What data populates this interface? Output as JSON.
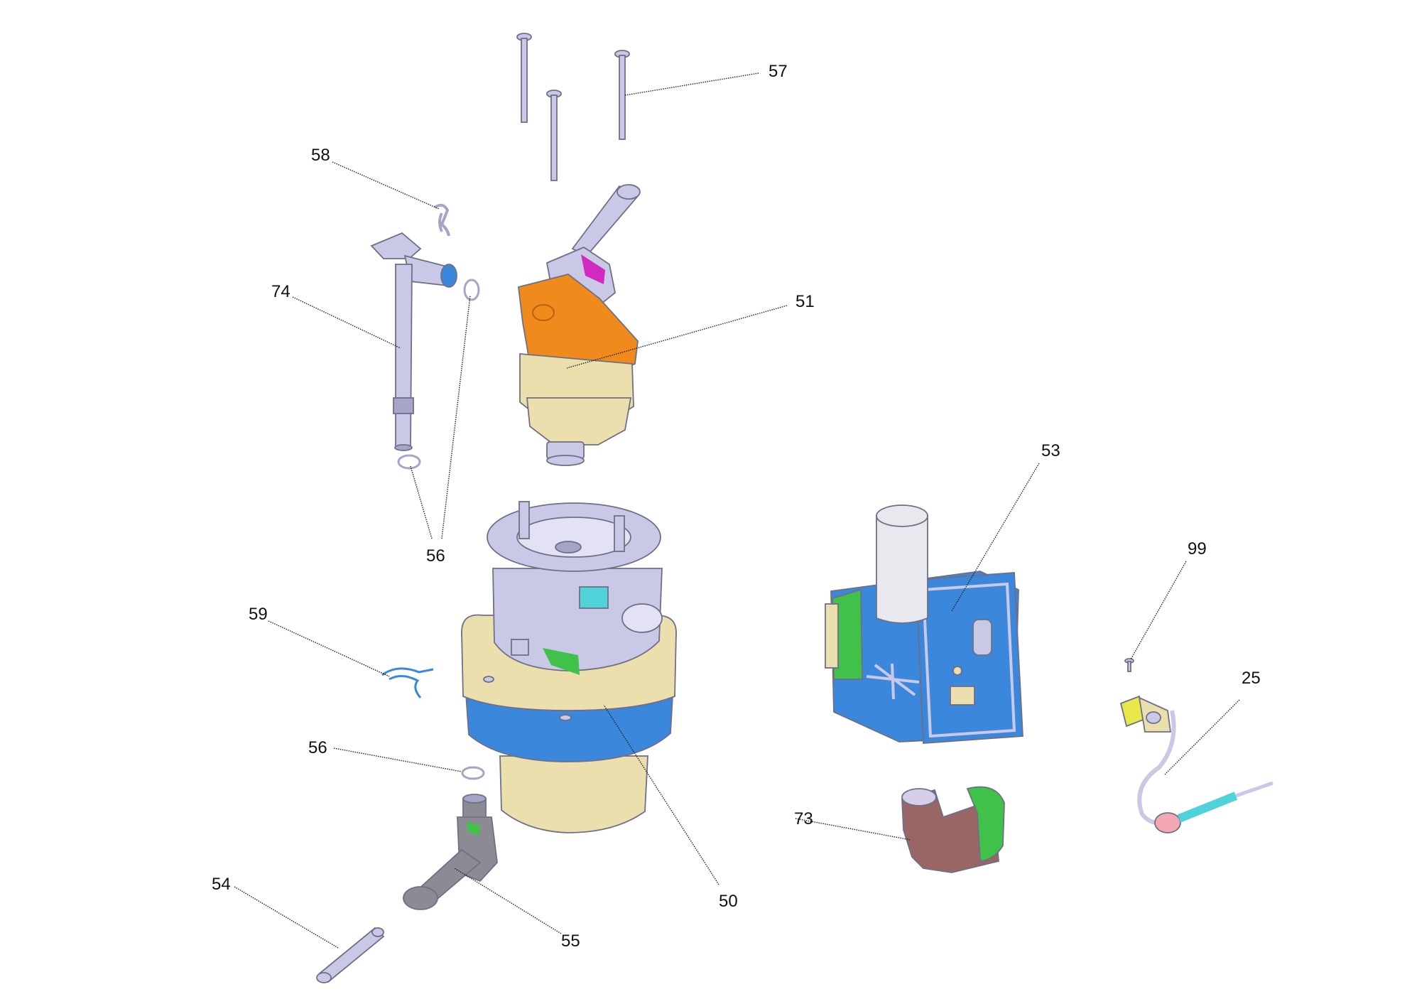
{
  "diagram": {
    "callouts": [
      {
        "id": "57",
        "label": "57"
      },
      {
        "id": "58",
        "label": "58"
      },
      {
        "id": "74",
        "label": "74"
      },
      {
        "id": "51",
        "label": "51"
      },
      {
        "id": "53",
        "label": "53"
      },
      {
        "id": "56a",
        "label": "56"
      },
      {
        "id": "99",
        "label": "99"
      },
      {
        "id": "59",
        "label": "59"
      },
      {
        "id": "25",
        "label": "25"
      },
      {
        "id": "56b",
        "label": "56"
      },
      {
        "id": "73",
        "label": "73"
      },
      {
        "id": "50",
        "label": "50"
      },
      {
        "id": "54",
        "label": "54"
      },
      {
        "id": "55",
        "label": "55"
      }
    ],
    "colors": {
      "metal": "#c9c8e6",
      "metal_dark": "#a6a5c8",
      "orange": "#f08a1c",
      "blue": "#3a87dc",
      "cream": "#ecdfae",
      "green": "#3fc14a",
      "brown": "#9a6565",
      "gray": "#8b8b94",
      "cyan": "#4fd2d8",
      "magenta": "#d02ac0",
      "yellow": "#e8e84a",
      "pink": "#f2a7b2"
    }
  }
}
